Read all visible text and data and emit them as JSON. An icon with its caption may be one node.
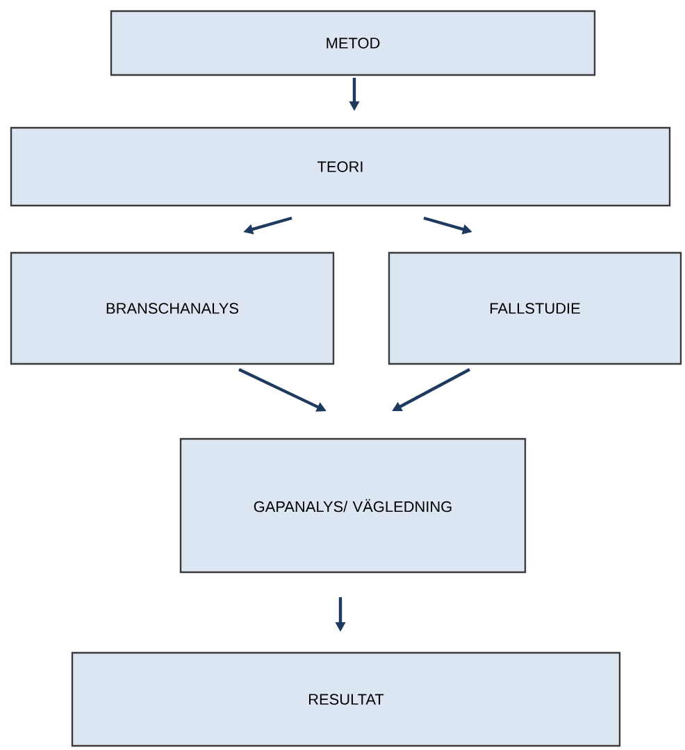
{
  "diagram": {
    "nodes": [
      {
        "text": [
          "METOD"
        ]
      },
      {
        "text": [
          "TEORI"
        ]
      },
      {
        "text": [
          "BRANSCHANALYS"
        ]
      },
      {
        "text": [
          "FALLSTUDIE"
        ]
      },
      {
        "text": [
          "GAPANALYS/ VÄGLEDNING"
        ]
      },
      {
        "text": [
          "RESULTAT"
        ]
      }
    ],
    "edges": [
      {
        "from": 0,
        "to": 1,
        "arrow": "to"
      },
      {
        "from": 1,
        "to": 2,
        "arrow": "to"
      },
      {
        "from": 1,
        "to": 3,
        "arrow": "to"
      },
      {
        "from": 2,
        "to": 4,
        "arrow": "to"
      },
      {
        "from": 3,
        "to": 4,
        "arrow": "to"
      },
      {
        "from": 4,
        "to": 5,
        "arrow": "to"
      }
    ]
  }
}
